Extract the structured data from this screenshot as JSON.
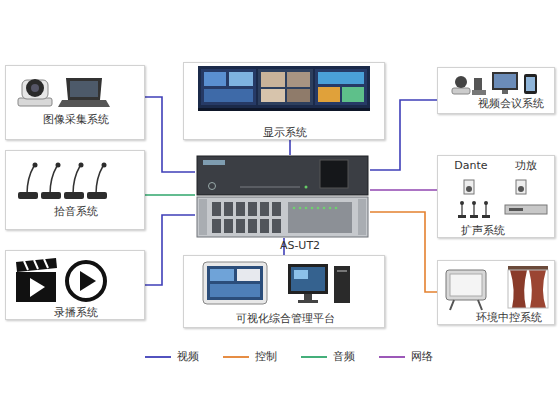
{
  "diagram": {
    "nodes": [
      {
        "text": [
          "图像采集系统"
        ]
      },
      {
        "text": [
          "显示系统"
        ]
      },
      {
        "text": [
          "视频会议系统"
        ]
      },
      {
        "text": [
          "拾音系统"
        ]
      },
      {
        "text": [
          "AS-UT2"
        ]
      },
      {
        "text": [
          "Dante",
          "功放",
          "扩声系统"
        ]
      },
      {
        "text": [
          "录播系统"
        ]
      },
      {
        "text": [
          "可视化综合管理平台"
        ]
      },
      {
        "text": [
          "环境中控系统"
        ]
      }
    ],
    "edges": [
      {
        "from": 0,
        "to": 4,
        "arrow": "none"
      },
      {
        "from": 1,
        "to": 4,
        "arrow": "none"
      },
      {
        "from": 2,
        "to": 4,
        "arrow": "none"
      },
      {
        "from": 3,
        "to": 4,
        "arrow": "none"
      },
      {
        "from": 5,
        "to": 4,
        "arrow": "none"
      },
      {
        "from": 6,
        "to": 4,
        "arrow": "none"
      },
      {
        "from": 7,
        "to": 4,
        "arrow": "none"
      },
      {
        "from": 8,
        "to": 4,
        "arrow": "none"
      }
    ],
    "legend": [
      {
        "text": "视频"
      },
      {
        "text": "控制"
      },
      {
        "text": "音频"
      },
      {
        "text": "网络"
      }
    ]
  }
}
